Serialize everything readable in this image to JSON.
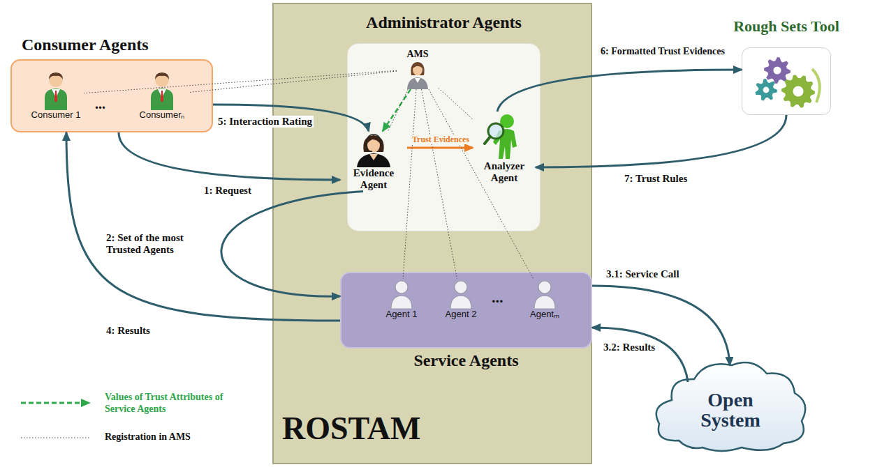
{
  "diagram": {
    "nodes": [
      {
        "text": [
          "Consumer Agents"
        ]
      },
      {
        "text": [
          "Consumer 1"
        ],
        "in": 0
      },
      {
        "text": [
          "Consumerₙ"
        ],
        "in": 0
      },
      {
        "text": [
          "ROSTAM"
        ]
      },
      {
        "text": [
          "Administrator Agents"
        ],
        "in": 3
      },
      {
        "text": [
          "AMS"
        ],
        "in": 4
      },
      {
        "text": [
          "Evidence Agent"
        ],
        "in": 4
      },
      {
        "text": [
          "Analyzer Agent"
        ],
        "in": 4
      },
      {
        "text": [
          "Service Agents"
        ],
        "in": 3
      },
      {
        "text": [
          "Agent 1"
        ],
        "in": 8
      },
      {
        "text": [
          "Agent 2"
        ],
        "in": 8
      },
      {
        "text": [
          "Agentₘ"
        ],
        "in": 8
      },
      {
        "text": [
          "Rough Sets Tool"
        ]
      },
      {
        "text": [
          "Open System"
        ]
      }
    ],
    "edges": [
      {
        "from": 0,
        "to": 6,
        "label": "1: Request",
        "arrow": "to"
      },
      {
        "from": 6,
        "to": 8,
        "label": "2: Set of the most Trusted Agents",
        "arrow": "to"
      },
      {
        "from": 8,
        "to": 13,
        "label": "3.1: Service Call",
        "arrow": "to"
      },
      {
        "from": 13,
        "to": 8,
        "label": "3.2: Results",
        "arrow": "to"
      },
      {
        "from": 8,
        "to": 0,
        "label": "4: Results",
        "arrow": "to"
      },
      {
        "from": 0,
        "to": 6,
        "label": "5: Interaction Rating",
        "arrow": "to"
      },
      {
        "from": 6,
        "to": 7,
        "label": "Trust Evidences",
        "arrow": "to"
      },
      {
        "from": 7,
        "to": 12,
        "label": "6: Formatted Trust Evidences",
        "arrow": "to"
      },
      {
        "from": 12,
        "to": 7,
        "label": "7: Trust Rules",
        "arrow": "to"
      },
      {
        "from": 5,
        "to": 6,
        "arrow": "to"
      },
      {
        "from": 5,
        "to": 1,
        "arrow": "none"
      },
      {
        "from": 5,
        "to": 2,
        "arrow": "none"
      },
      {
        "from": 5,
        "to": 6,
        "arrow": "none"
      },
      {
        "from": 5,
        "to": 7,
        "arrow": "none"
      },
      {
        "from": 5,
        "to": 9,
        "arrow": "none"
      },
      {
        "from": 5,
        "to": 10,
        "arrow": "none"
      },
      {
        "from": 5,
        "to": 11,
        "arrow": "none"
      }
    ],
    "labels": [
      "...",
      "..."
    ],
    "legend": [
      {
        "text": "Values of Trust Attributes of Service Agents"
      },
      {
        "text": "Registration in AMS"
      }
    ]
  }
}
